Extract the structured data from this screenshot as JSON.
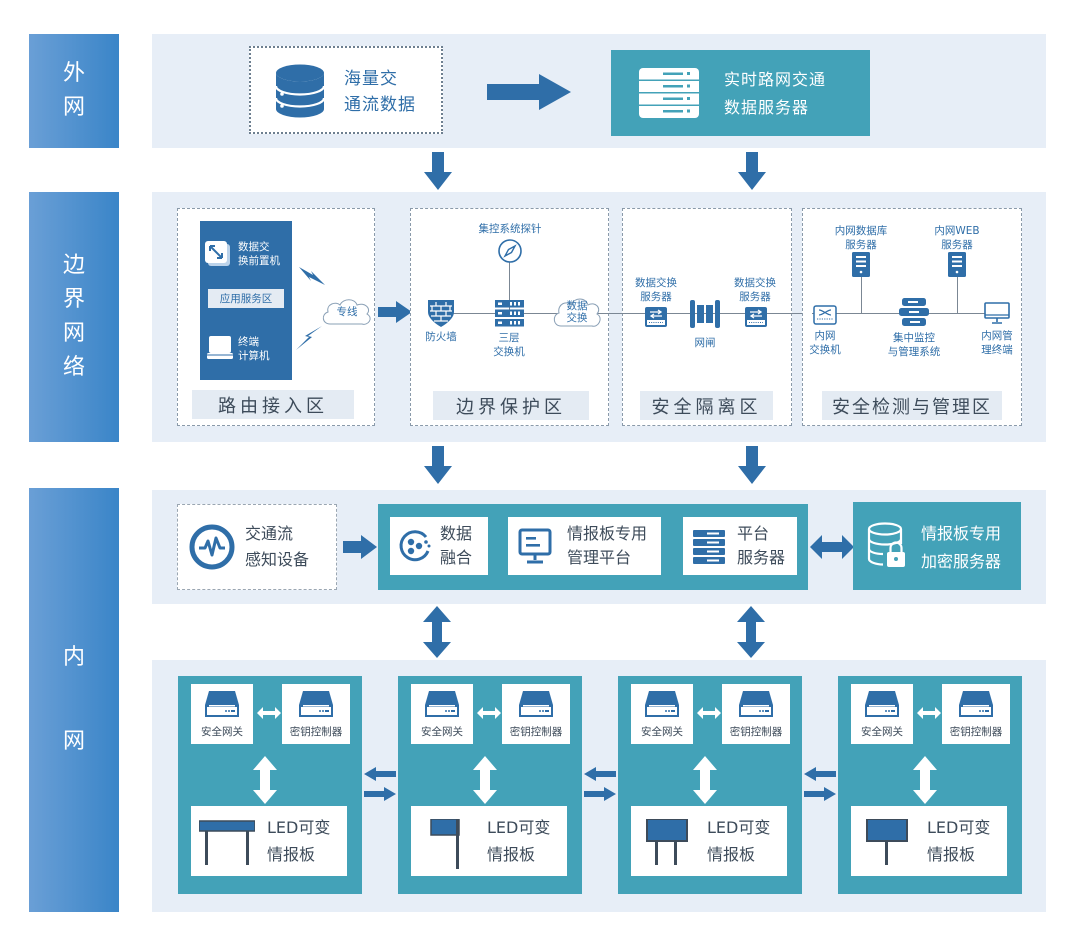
{
  "colors": {
    "primary_blue": "#2f6ea8",
    "side_gradient_from": "#6a9fd6",
    "side_gradient_to": "#3a85c8",
    "teal": "#43a2b8",
    "band_bg": "#e7eef7",
    "text_dark": "#3d4b5a"
  },
  "layers": {
    "external": {
      "label_line1": "外",
      "label_line2": "网"
    },
    "boundary": {
      "label_chars": [
        "边",
        "界",
        "网",
        "络"
      ]
    },
    "internal": {
      "label_line1": "内",
      "label_line2": "网"
    }
  },
  "external": {
    "traffic_data": {
      "line1": "海量交",
      "line2": "通流数据",
      "icon": "database-icon"
    },
    "realtime_server": {
      "line1": "实时路网交通",
      "line2": "数据服务器",
      "icon": "server-rack-icon"
    }
  },
  "boundary": {
    "routing_zone": {
      "title": "路由接入区",
      "exchange_frontend": {
        "line1": "数据交",
        "line2": "换前置机",
        "icon": "resize-arrows-icon"
      },
      "app_service_zone": "应用服务区",
      "terminal": {
        "line1": "终端",
        "line2": "计算机",
        "icon": "computer-icon"
      },
      "leased_line": "专线"
    },
    "protection_zone": {
      "title": "边界保护区",
      "probe": "集控系统探针",
      "firewall": "防火墙",
      "l3_switch": {
        "line1": "三层",
        "line2": "交换机"
      },
      "data_exchange_cloud": {
        "line1": "数据",
        "line2": "交换"
      }
    },
    "isolation_zone": {
      "title": "安全隔离区",
      "exchange_server_left": {
        "line1": "数据交换",
        "line2": "服务器"
      },
      "gatekeeper": "网闸",
      "exchange_server_right": {
        "line1": "数据交换",
        "line2": "服务器"
      }
    },
    "monitoring_zone": {
      "title": "安全检测与管理区",
      "db_server": {
        "line1": "内网数据库",
        "line2": "服务器"
      },
      "web_server": {
        "line1": "内网WEB",
        "line2": "服务器"
      },
      "intranet_switch": {
        "line1": "内网",
        "line2": "交换机"
      },
      "central_monitor": {
        "line1": "集中监控",
        "line2": "与管理系统"
      },
      "mgmt_terminal": {
        "line1": "内网管",
        "line2": "理终端"
      }
    }
  },
  "internal": {
    "sensor": {
      "line1": "交通流",
      "line2": "感知设备"
    },
    "data_fusion": {
      "line1": "数据",
      "line2": "融合"
    },
    "board_platform": {
      "line1": "情报板专用",
      "line2": "管理平台"
    },
    "platform_server": {
      "line1": "平台",
      "line2": "服务器"
    },
    "encryption_server": {
      "line1": "情报板专用",
      "line2": "加密服务器"
    },
    "units": [
      {
        "gateway": "安全网关",
        "key_controller": "密钥控制器",
        "board_line1": "LED可变",
        "board_line2": "情报板",
        "board_type": "gantry"
      },
      {
        "gateway": "安全网关",
        "key_controller": "密钥控制器",
        "board_line1": "LED可变",
        "board_line2": "情报板",
        "board_type": "cantilever"
      },
      {
        "gateway": "安全网关",
        "key_controller": "密钥控制器",
        "board_line1": "LED可变",
        "board_line2": "情报板",
        "board_type": "double-post"
      },
      {
        "gateway": "安全网关",
        "key_controller": "密钥控制器",
        "board_line1": "LED可变",
        "board_line2": "情报板",
        "board_type": "single-post"
      }
    ]
  }
}
